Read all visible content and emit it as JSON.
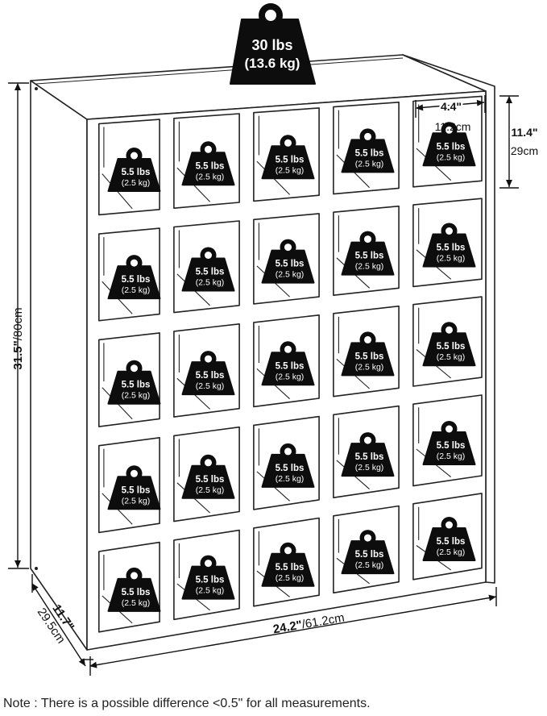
{
  "top_weight": {
    "lbs": "30 lbs",
    "kg": "(13.6 kg)"
  },
  "cubby_weight": {
    "lbs": "5.5 lbs",
    "kg": "(2.5 kg)"
  },
  "dimensions": {
    "height_in": "31.5\"",
    "height_cm": "/80cm",
    "width_in": "24.2\"",
    "width_cm": "/61.2cm",
    "depth_in": "11.7\"",
    "depth_cm": "29.5cm",
    "cubby_width_in": "4.4\"",
    "cubby_width_cm": "11.2cm",
    "cubby_height_in": "11.4\"",
    "cubby_height_cm": "29cm"
  },
  "layout_info": {
    "rows": 5,
    "columns": 5
  },
  "note": "Note : There is a possible difference <0.5\" for all measurements."
}
